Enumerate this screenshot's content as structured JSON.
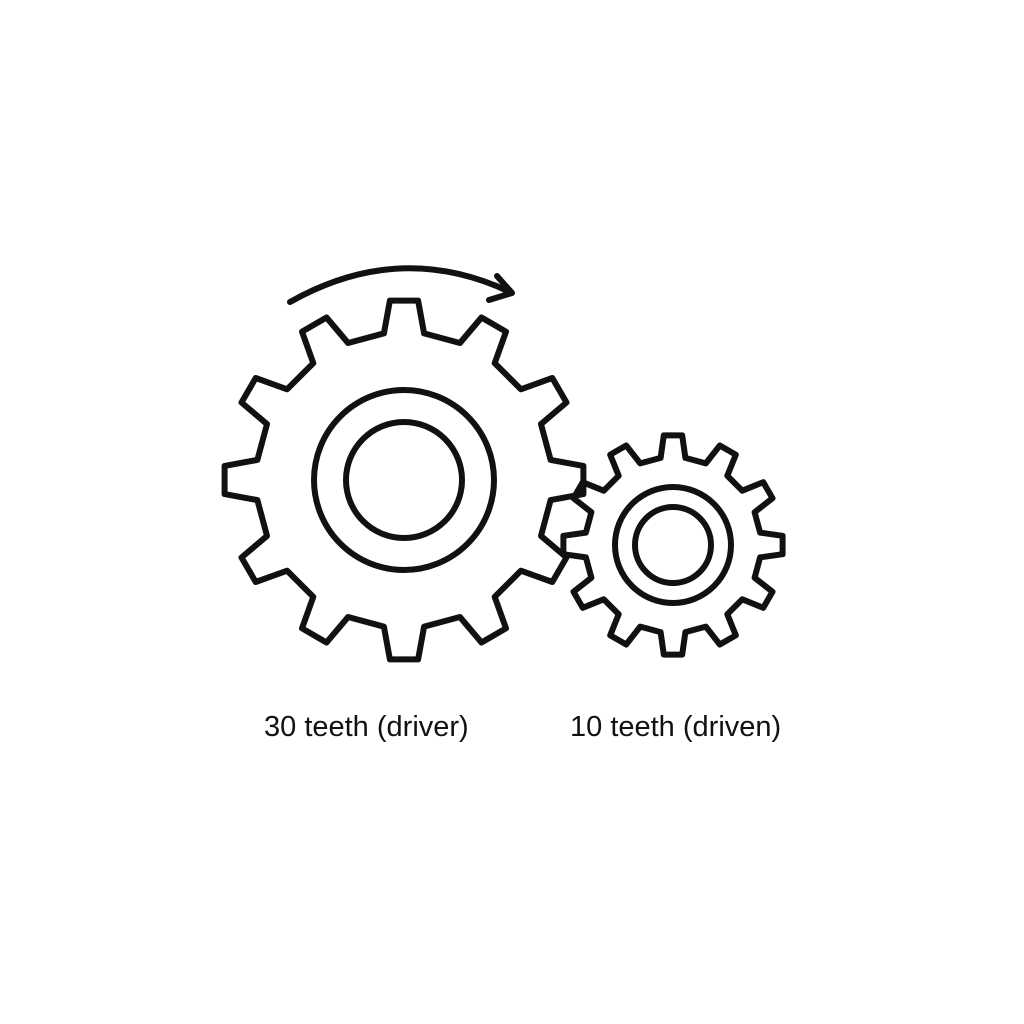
{
  "colors": {
    "background": "#ffffff",
    "stroke": "#111111"
  },
  "gears": {
    "large": {
      "label": "30 teeth (driver)",
      "icon": "large-gear-icon"
    },
    "small": {
      "label": "10 teeth (driven)",
      "icon": "small-gear-icon"
    }
  },
  "rotation_indicator": {
    "icon": "rotation-arrow-icon",
    "direction": "clockwise"
  }
}
